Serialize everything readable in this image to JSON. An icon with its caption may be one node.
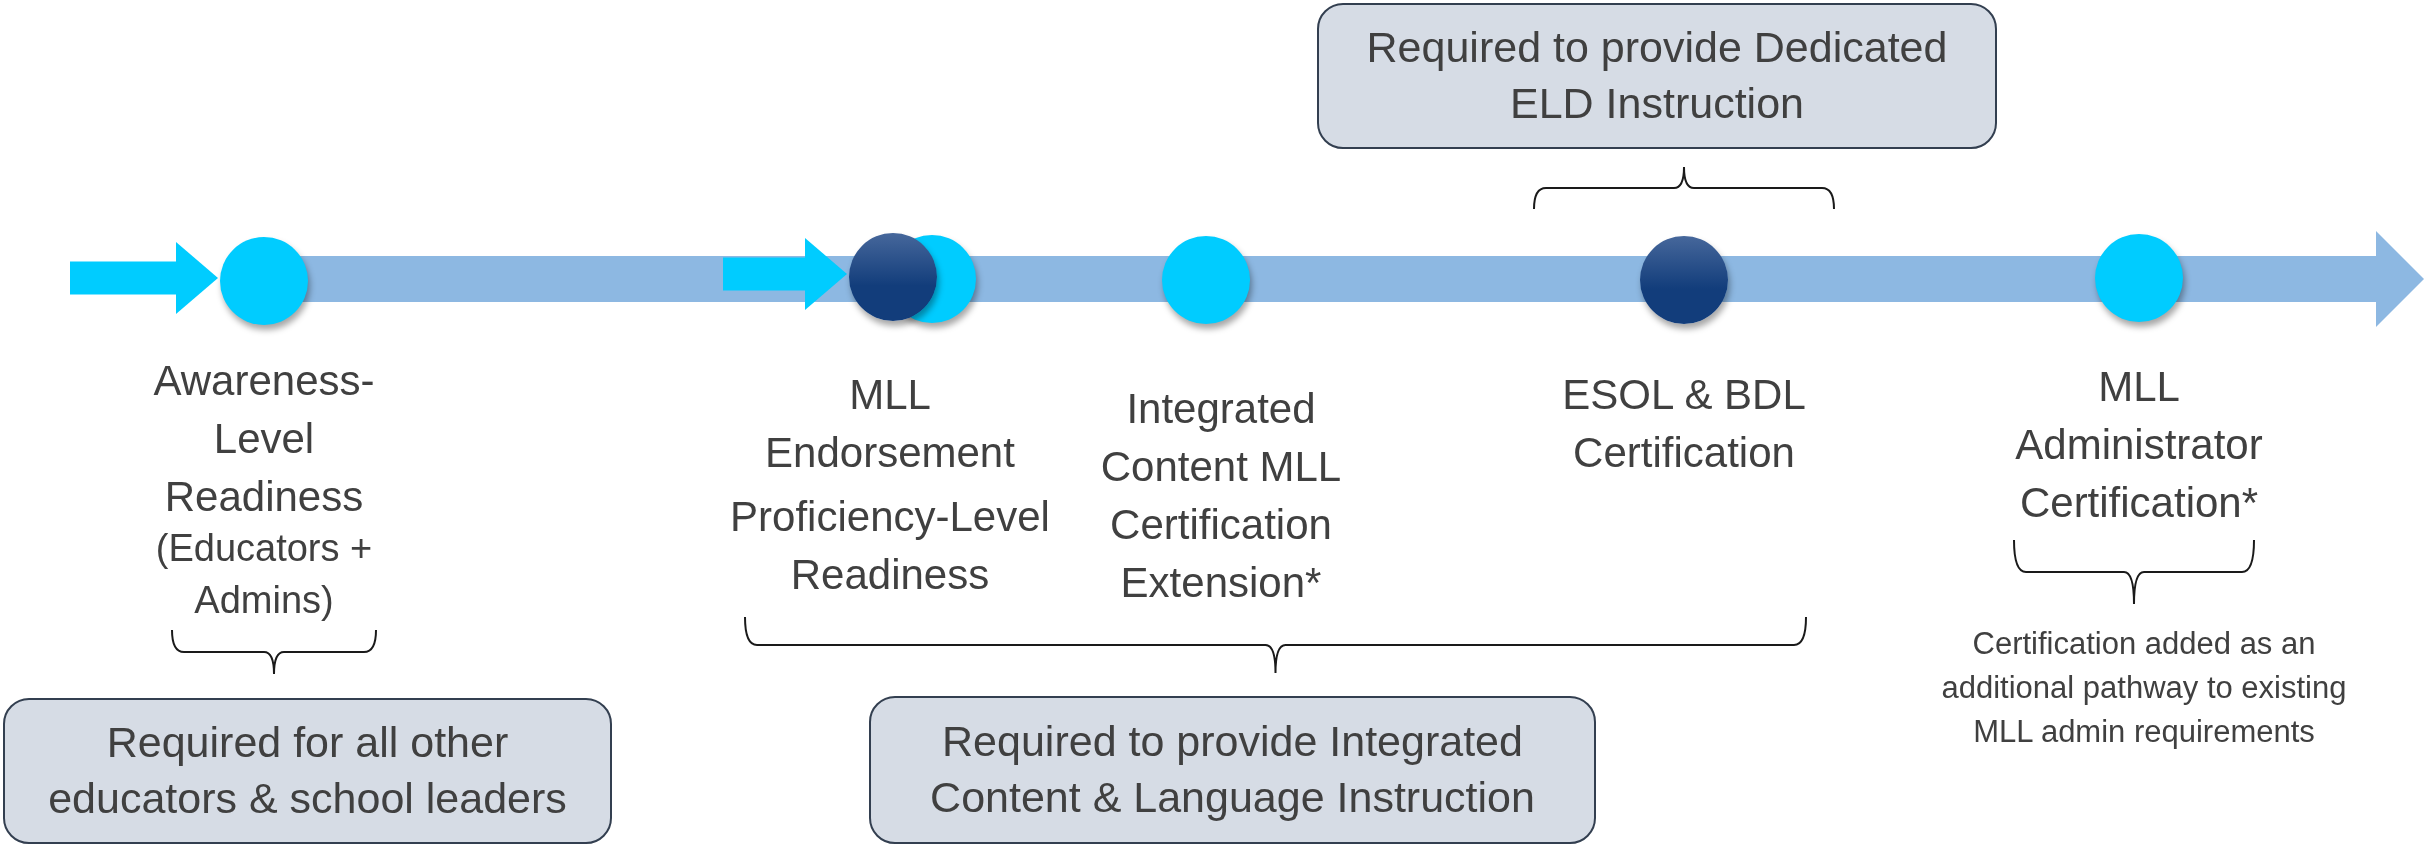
{
  "diagram": {
    "nodes": [
      {
        "text": [
          "Required to provide Dedicated ELD Instruction"
        ]
      },
      {
        "text": [
          "Awareness-Level Readiness",
          "(Educators + Admins)"
        ]
      },
      {
        "text": [
          "MLL Endorsement",
          "Proficiency-Level Readiness"
        ]
      },
      {
        "text": [],
        "shape": "circle"
      },
      {
        "text": [
          "Integrated Content MLL Certification Extension*"
        ]
      },
      {
        "text": [
          "ESOL & BDL Certification"
        ]
      },
      {
        "text": [
          "MLL Administrator Certification*"
        ]
      },
      {
        "text": [
          "Required for all other educators & school leaders"
        ]
      },
      {
        "text": [
          "Required to provide Integrated Content & Language Instruction"
        ]
      }
    ],
    "edges": [
      {
        "from": null,
        "to": 1,
        "arrow": "to"
      },
      {
        "from": null,
        "to": 2,
        "arrow": "to"
      }
    ],
    "labels": [
      "Certification added as an additional pathway to existing MLL admin requirements"
    ]
  }
}
